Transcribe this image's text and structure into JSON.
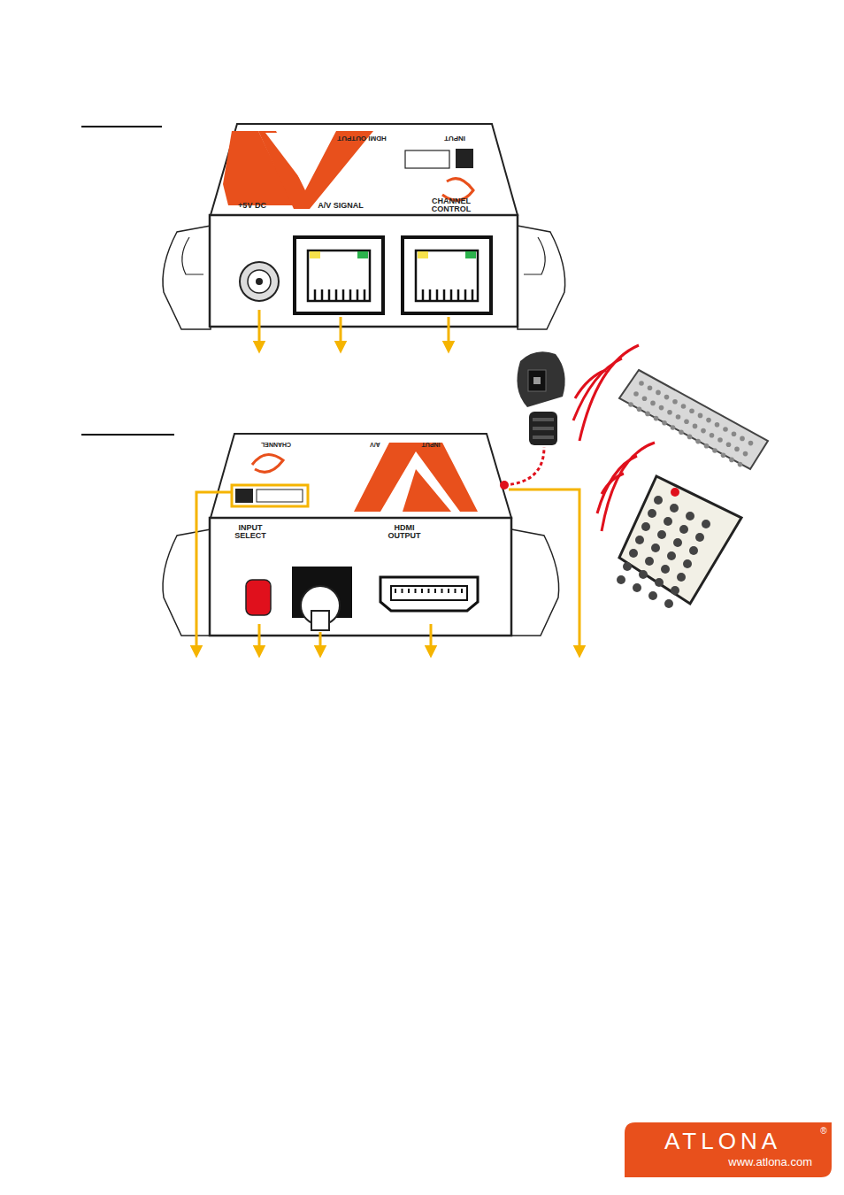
{
  "diagram": {
    "nodes": [
      {
        "text": [
          "ATLONA",
          "www.atlona.com"
        ]
      }
    ],
    "labels": [
      "HDMI OUTPUT",
      "INPUT",
      "+5V DC",
      "A/V SIGNAL",
      "CHANNEL CONTROL",
      "CHANNEL",
      "A/V",
      "INPUT",
      "INPUT SELECT",
      "HDMI OUTPUT",
      "®"
    ]
  }
}
